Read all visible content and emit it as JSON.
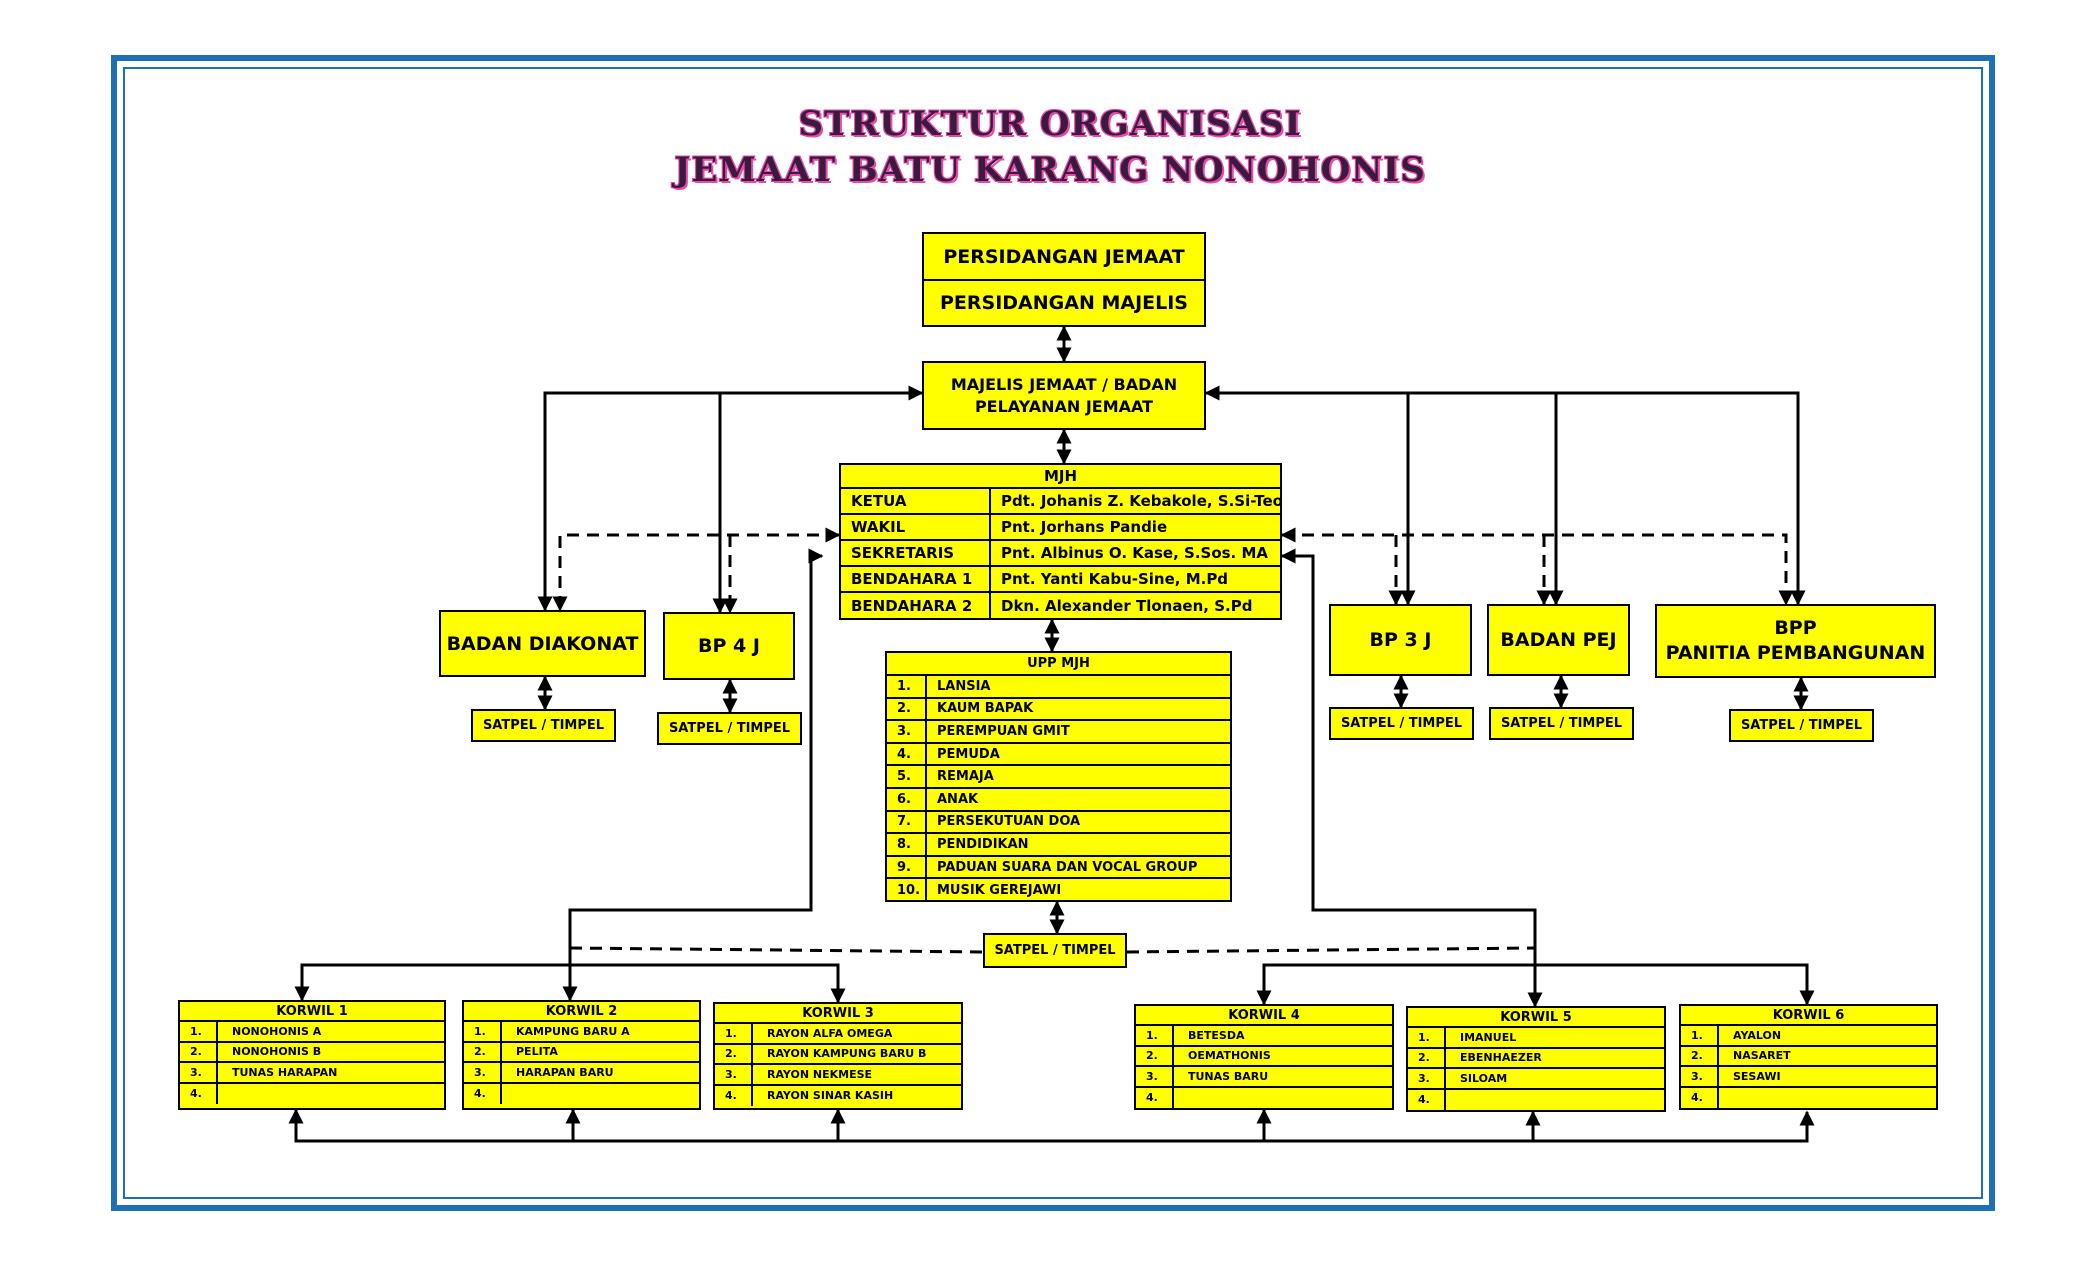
{
  "title": {
    "line1": "STRUKTUR ORGANISASI",
    "line2": "JEMAAT BATU KARANG NONOHONIS"
  },
  "top": {
    "persidangan_jemaat": "PERSIDANGAN JEMAAT",
    "persidangan_majelis": "PERSIDANGAN MAJELIS"
  },
  "majelis": "MAJELIS JEMAAT / BADAN PELAYANAN JEMAAT",
  "mjh": {
    "header": "MJH",
    "rows": [
      {
        "role": "KETUA",
        "name": "Pdt. Johanis Z. Kebakole, S.Si-Teol"
      },
      {
        "role": "WAKIL",
        "name": "Pnt. Jorhans Pandie"
      },
      {
        "role": "SEKRETARIS",
        "name": "Pnt. Albinus O. Kase, S.Sos. MA"
      },
      {
        "role": "BENDAHARA 1",
        "name": "Pnt. Yanti Kabu-Sine, M.Pd"
      },
      {
        "role": "BENDAHARA 2",
        "name": "Dkn. Alexander Tlonaen, S.Pd"
      }
    ]
  },
  "units": {
    "badan_diakonat": "BADAN DIAKONAT",
    "bp4j": "BP 4 J",
    "bp3j": "BP 3 J",
    "badan_pej": "BADAN PEJ",
    "bpp_line1": "BPP",
    "bpp_line2": "PANITIA PEMBANGUNAN"
  },
  "satpel": "SATPEL / TIMPEL",
  "upp": {
    "header": "UPP MJH",
    "items": [
      {
        "n": "1.",
        "label": "LANSIA"
      },
      {
        "n": "2.",
        "label": "KAUM BAPAK"
      },
      {
        "n": "3.",
        "label": "PEREMPUAN GMIT"
      },
      {
        "n": "4.",
        "label": "PEMUDA"
      },
      {
        "n": "5.",
        "label": "REMAJA"
      },
      {
        "n": "6.",
        "label": "ANAK"
      },
      {
        "n": "7.",
        "label": "PERSEKUTUAN DOA"
      },
      {
        "n": "8.",
        "label": "PENDIDIKAN"
      },
      {
        "n": "9.",
        "label": "PADUAN SUARA DAN VOCAL GROUP"
      },
      {
        "n": "10.",
        "label": "MUSIK GEREJAWI"
      }
    ]
  },
  "korwil": [
    {
      "header": "KORWIL 1",
      "items": [
        {
          "n": "1.",
          "label": "NONOHONIS A"
        },
        {
          "n": "2.",
          "label": "NONOHONIS B"
        },
        {
          "n": "3.",
          "label": "TUNAS HARAPAN"
        },
        {
          "n": "4.",
          "label": ""
        }
      ]
    },
    {
      "header": "KORWIL 2",
      "items": [
        {
          "n": "1.",
          "label": "KAMPUNG BARU A"
        },
        {
          "n": "2.",
          "label": "PELITA"
        },
        {
          "n": "3.",
          "label": "HARAPAN BARU"
        },
        {
          "n": "4.",
          "label": ""
        }
      ]
    },
    {
      "header": "KORWIL 3",
      "items": [
        {
          "n": "1.",
          "label": "RAYON ALFA OMEGA"
        },
        {
          "n": "2.",
          "label": "RAYON KAMPUNG BARU B"
        },
        {
          "n": "3.",
          "label": "RAYON NEKMESE"
        },
        {
          "n": "4.",
          "label": "RAYON SINAR KASIH"
        }
      ]
    },
    {
      "header": "KORWIL 4",
      "items": [
        {
          "n": "1.",
          "label": "BETESDA"
        },
        {
          "n": "2.",
          "label": "OEMATHONIS"
        },
        {
          "n": "3.",
          "label": "TUNAS BARU"
        },
        {
          "n": "4.",
          "label": ""
        }
      ]
    },
    {
      "header": "KORWIL 5",
      "items": [
        {
          "n": "1.",
          "label": "IMANUEL"
        },
        {
          "n": "2.",
          "label": "EBENHAEZER"
        },
        {
          "n": "3.",
          "label": "SILOAM"
        },
        {
          "n": "4.",
          "label": ""
        }
      ]
    },
    {
      "header": "KORWIL 6",
      "items": [
        {
          "n": "1.",
          "label": "AYALON"
        },
        {
          "n": "2.",
          "label": "NASARET"
        },
        {
          "n": "3.",
          "label": "SESAWI"
        },
        {
          "n": "4.",
          "label": ""
        }
      ]
    }
  ]
}
